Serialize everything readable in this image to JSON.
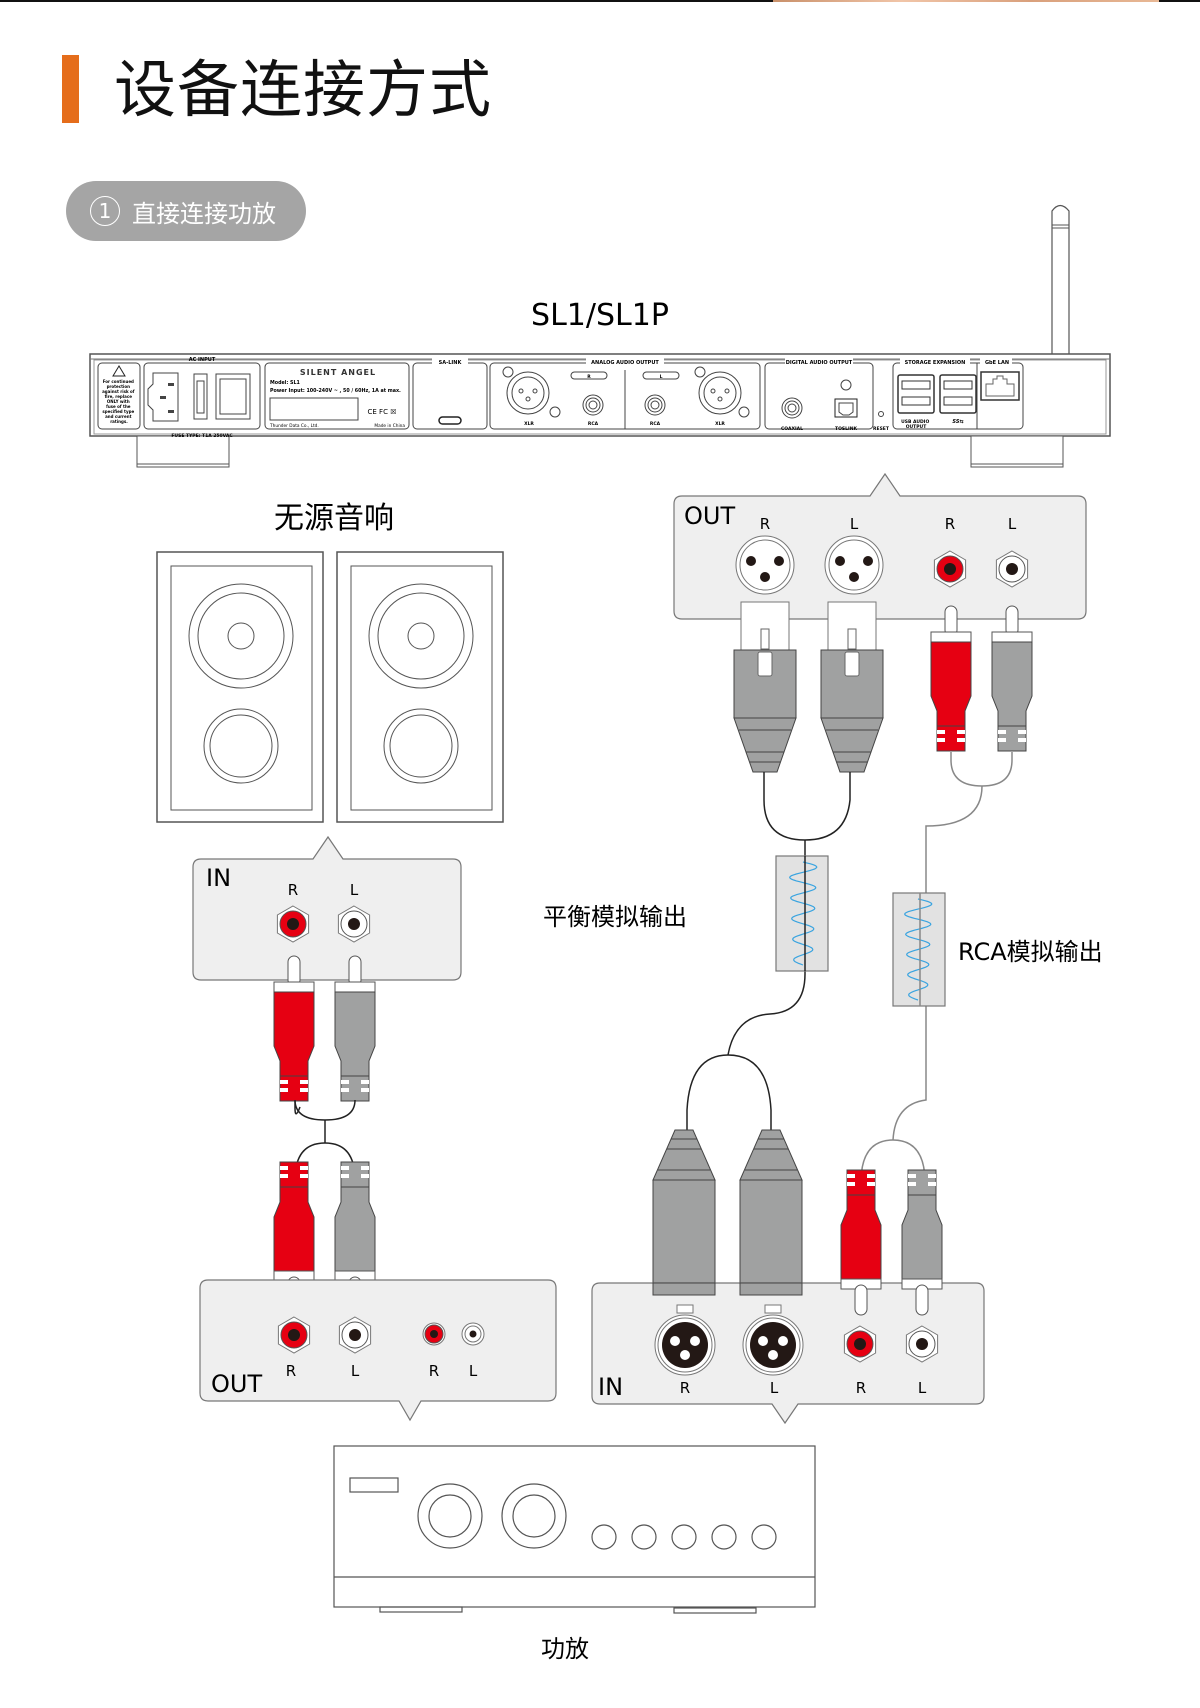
{
  "header": {
    "title": "设备连接方式",
    "accent_color": "#e56d1b"
  },
  "step": {
    "number": "1",
    "label": "直接连接功放"
  },
  "device": {
    "name": "SL1/SL1P",
    "panel": {
      "warning_text": [
        "For continued",
        "protection",
        "against risk of",
        "fire, replace",
        "ONLY with",
        "fuse of the",
        "specified type",
        "and current",
        "ratings."
      ],
      "ac_input_label": "AC INPUT",
      "fuse_label": "FUSE TYPE: T1A 250VAC",
      "brand": "SILENT ANGEL",
      "model": "Model: SL1",
      "power": "Power Input: 100-240V ~ , 50 / 60Hz, 1A at max.",
      "cert": "CE FC ☒",
      "maker": "Thunder Data Co., Ltd.",
      "origin": "Made in China",
      "sa_link_label": "SA-LINK",
      "analog_label": "ANALOG AUDIO OUTPUT",
      "analog_ports": [
        "XLR",
        "RCA",
        "RCA",
        "XLR"
      ],
      "analog_channels": [
        "R",
        "L"
      ],
      "digital_label": "DIGITAL AUDIO OUTPUT",
      "digital_ports": [
        "COAXIAL",
        "TOSLINK"
      ],
      "reset_label": "RESET",
      "storage_label": "STORAGE EXPANSION",
      "usb_audio_label": [
        "USB AUDIO",
        "OUTPUT"
      ],
      "usb3_label": "SS⇆",
      "lan_label": "GbE LAN"
    }
  },
  "device_out_callout": {
    "label": "OUT",
    "channels": [
      "R",
      "L",
      "R",
      "L"
    ]
  },
  "speakers": {
    "title": "无源音响"
  },
  "speaker_in_callout": {
    "label": "IN",
    "channels": [
      "R",
      "L"
    ]
  },
  "amp_out_callout": {
    "label": "OUT",
    "channels": [
      "R",
      "L",
      "R",
      "L"
    ]
  },
  "amp_in_callout": {
    "label": "IN",
    "channels": [
      "R",
      "L",
      "R",
      "L"
    ]
  },
  "cables": {
    "balanced_label": "平衡模拟输出",
    "rca_label": "RCA模拟输出"
  },
  "amplifier": {
    "title": "功放"
  },
  "colors": {
    "red": "#e60012",
    "gray_plug": "#a0a1a1",
    "panel_bg": "#efefef",
    "wave": "#3aa4e0"
  }
}
